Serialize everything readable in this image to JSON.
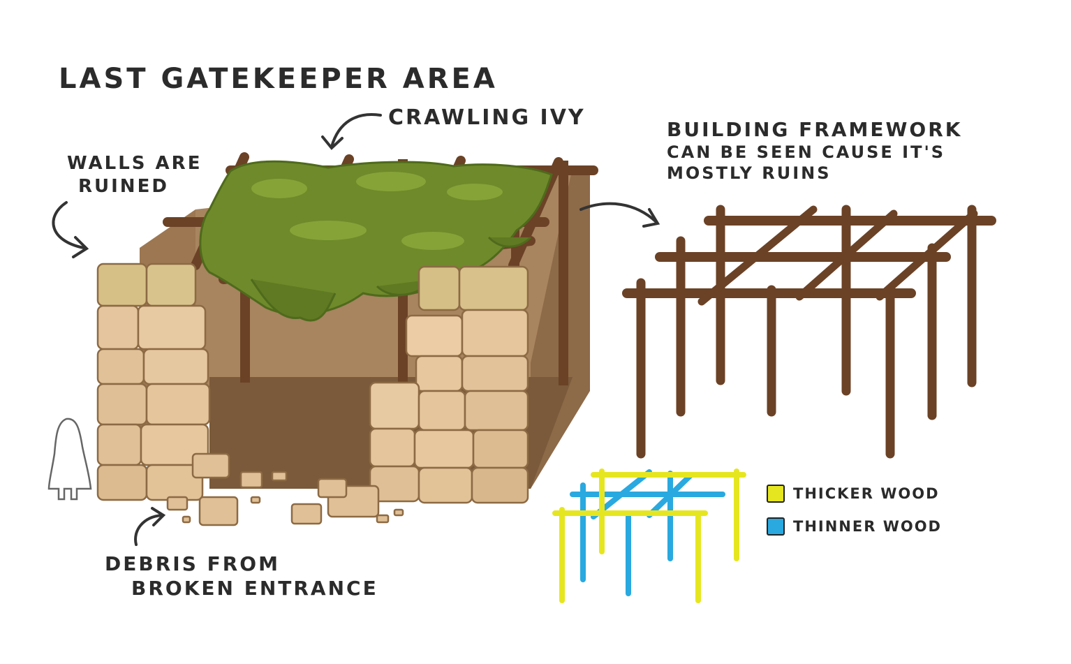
{
  "title": "LAST GATEKEEPER AREA",
  "annotations": {
    "crawling_ivy": "CRAWLING IVY",
    "walls_line1": "WALLS ARE",
    "walls_line2": "RUINED",
    "framework_line1": "BUILDING FRAMEWORK",
    "framework_line2": "CAN BE SEEN CAUSE IT'S",
    "framework_line3": "MOSTLY RUINS",
    "debris_line1": "DEBRIS FROM",
    "debris_line2": "BROKEN ENTRANCE"
  },
  "legend": {
    "thicker": {
      "label": "THICKER WOOD",
      "color": "#e6e620"
    },
    "thinner": {
      "label": "THINNER WOOD",
      "color": "#29a9e0"
    }
  },
  "colors": {
    "stone": "#e2c29a",
    "stone_dark": "#c9a274",
    "wall_inner": "#a27c58",
    "floor": "#7a5a3a",
    "wood": "#6b4226",
    "ivy": "#6e8a2a",
    "ivy_dark": "#4f6a1c"
  }
}
